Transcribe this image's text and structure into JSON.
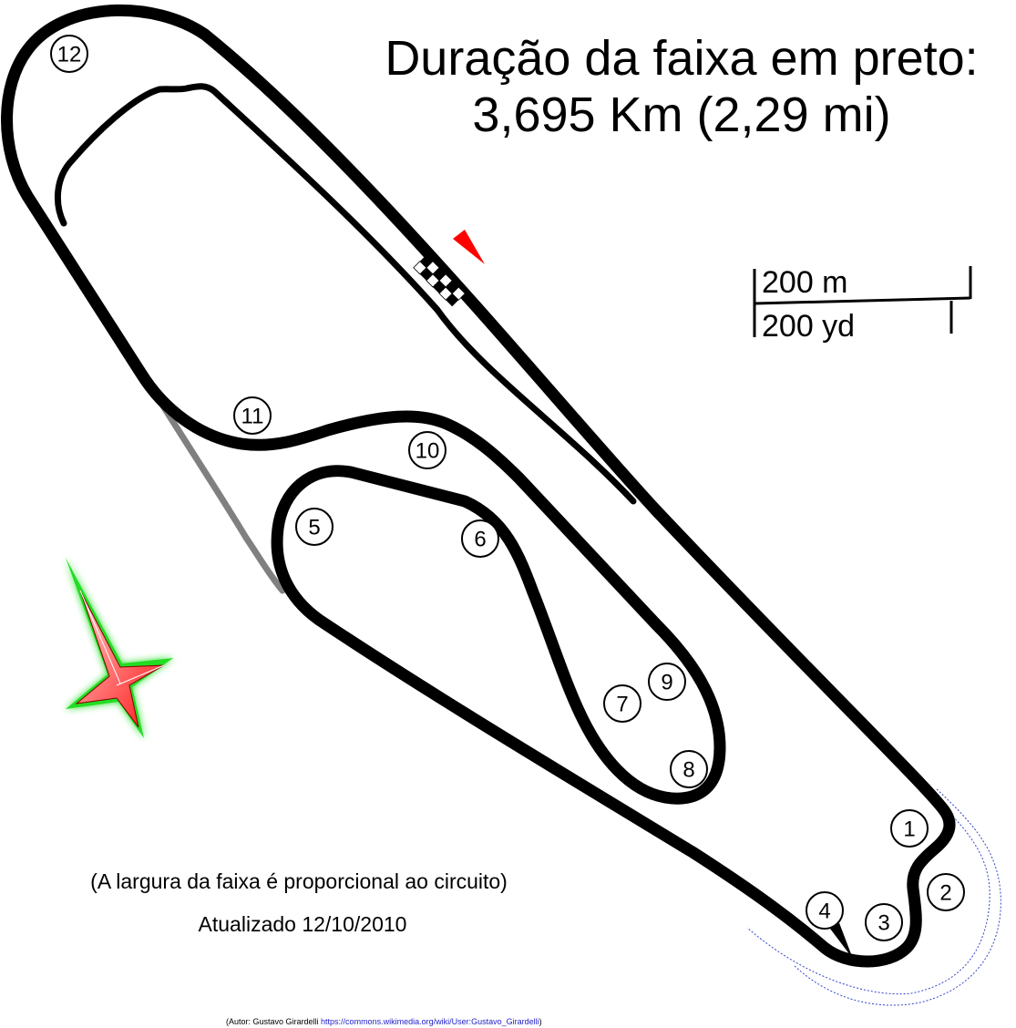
{
  "title": {
    "line1": "Duração da faixa em preto:",
    "line2": "3,695 Km (2,29 mi)"
  },
  "scale": {
    "metric_label": "200 m",
    "imperial_label": "200 yd"
  },
  "note": {
    "width_note": "(A largura da faixa é proporcional ao circuito)",
    "updated": "Atualizado 12/10/2010"
  },
  "credit": {
    "author": "(Autor: Gustavo Girardelli ",
    "link": "https://commons.wikimedia.org/wiki/User:Gustavo_Girardelli",
    "close": ")"
  },
  "corners": [
    {
      "label": "1"
    },
    {
      "label": "2"
    },
    {
      "label": "3"
    },
    {
      "label": "4"
    },
    {
      "label": "5"
    },
    {
      "label": "6"
    },
    {
      "label": "7"
    },
    {
      "label": "8"
    },
    {
      "label": "9"
    },
    {
      "label": "10"
    },
    {
      "label": "11"
    },
    {
      "label": "12"
    }
  ],
  "colors": {
    "track": "#000000",
    "old_section": "#808080",
    "alt_layout": "#3344cc",
    "start_flag": "#ff0000",
    "compass_fill": "#ff2020",
    "compass_glow": "#22dd22"
  }
}
